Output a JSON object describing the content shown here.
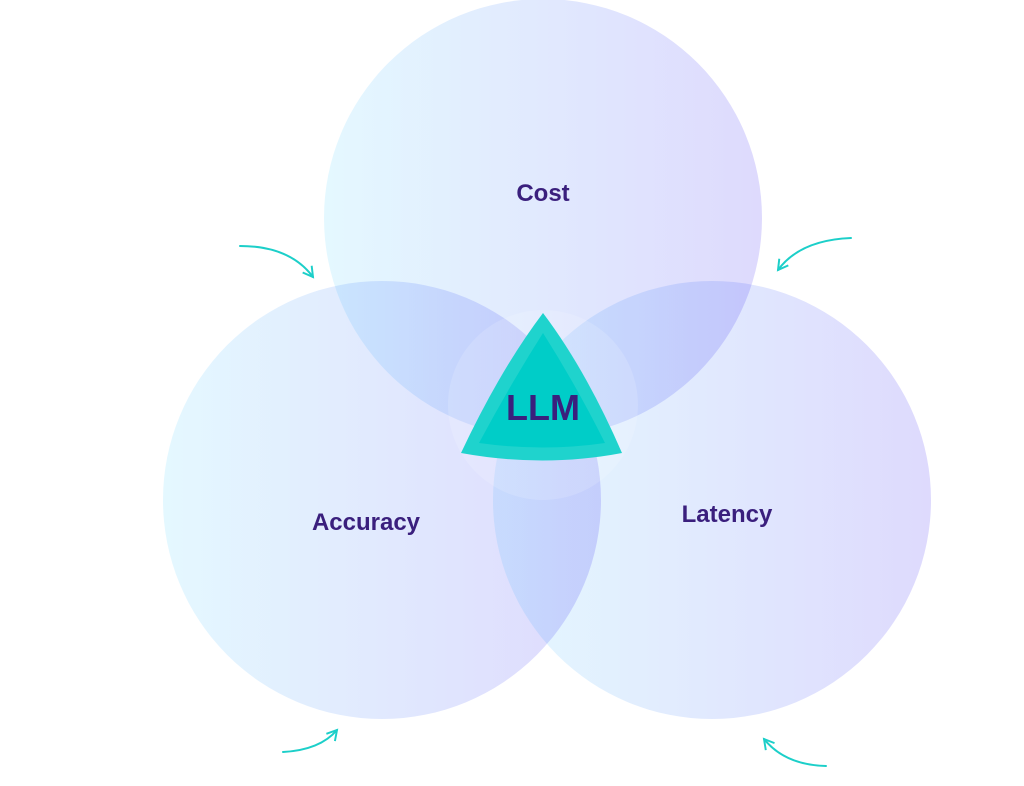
{
  "diagram": {
    "center_label": "LLM",
    "circles": [
      {
        "label": "Cost"
      },
      {
        "label": "Accuracy"
      },
      {
        "label": "Latency"
      }
    ],
    "colors": {
      "circle_left": "#e4f8ff",
      "circle_right": "#e1dcfd",
      "center_outer": "#1fd3cd",
      "center_inner": "#00cdc8",
      "text": "#3a1f7d",
      "arrow": "#1ccfc9"
    }
  }
}
